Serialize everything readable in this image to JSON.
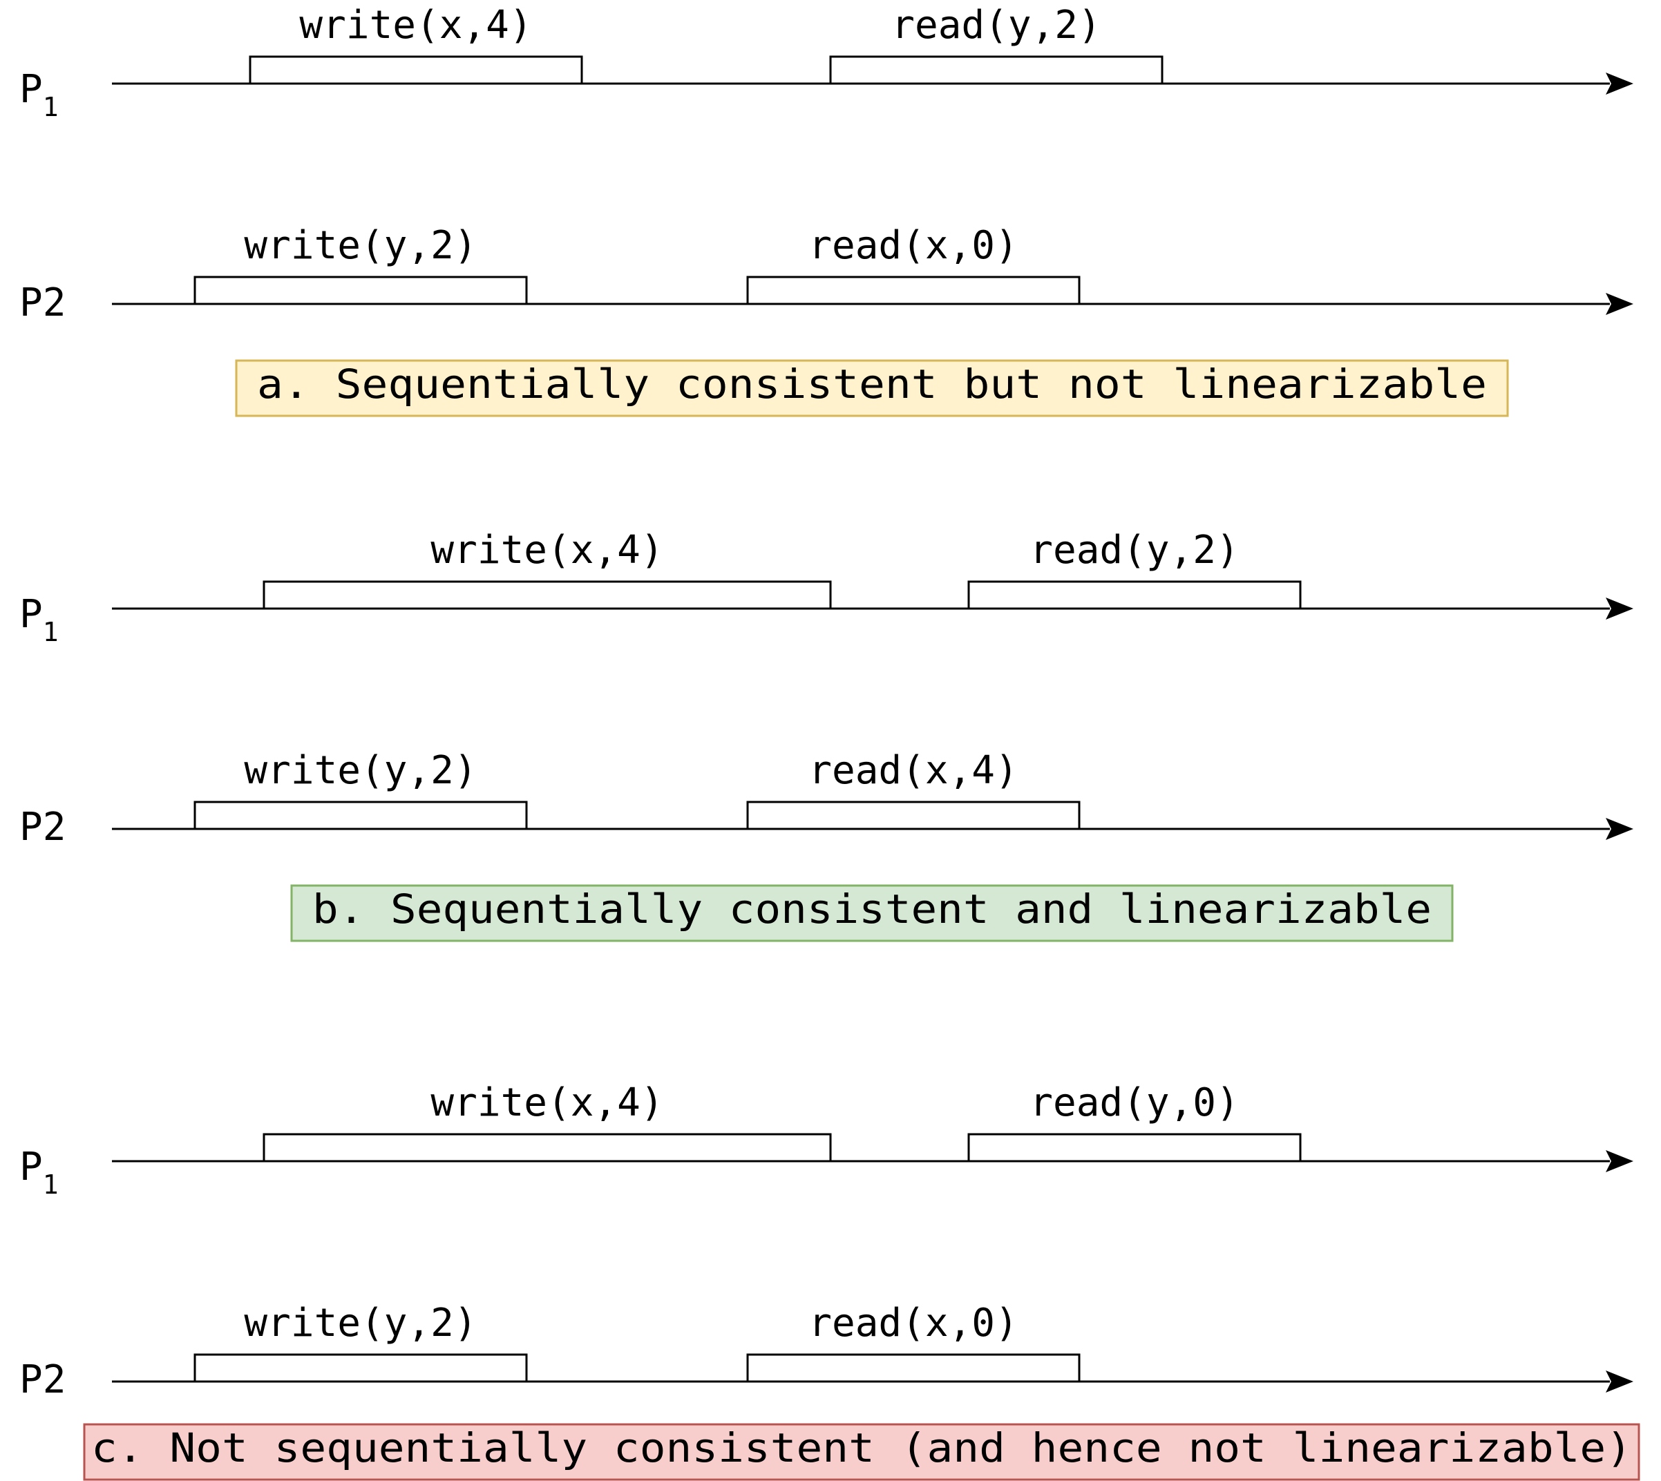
{
  "panels": [
    {
      "rows": [
        {
          "process": {
            "name": "P",
            "subscript": "1"
          },
          "operations": [
            {
              "label": "write(x,4)"
            },
            {
              "label": "read(y,2)"
            }
          ]
        },
        {
          "process": {
            "name": "P2",
            "subscript": ""
          },
          "operations": [
            {
              "label": "write(y,2)"
            },
            {
              "label": "read(x,0)"
            }
          ]
        }
      ],
      "caption": {
        "text": "a. Sequentially consistent but not linearizable",
        "fill": "#fff2cc",
        "stroke": "#d6b656"
      }
    },
    {
      "rows": [
        {
          "process": {
            "name": "P",
            "subscript": "1"
          },
          "operations": [
            {
              "label": "write(x,4)"
            },
            {
              "label": "read(y,2)"
            }
          ]
        },
        {
          "process": {
            "name": "P2",
            "subscript": ""
          },
          "operations": [
            {
              "label": "write(y,2)"
            },
            {
              "label": "read(x,4)"
            }
          ]
        }
      ],
      "caption": {
        "text": "b. Sequentially consistent and linearizable",
        "fill": "#d5e8d4",
        "stroke": "#82b366"
      }
    },
    {
      "rows": [
        {
          "process": {
            "name": "P",
            "subscript": "1"
          },
          "operations": [
            {
              "label": "write(x,4)"
            },
            {
              "label": "read(y,0)"
            }
          ]
        },
        {
          "process": {
            "name": "P2",
            "subscript": ""
          },
          "operations": [
            {
              "label": "write(y,2)"
            },
            {
              "label": "read(x,0)"
            }
          ]
        }
      ],
      "caption": {
        "text": "c. Not sequentially consistent (and hence not linearizable)",
        "fill": "#f8cecc",
        "stroke": "#b85450"
      }
    }
  ]
}
